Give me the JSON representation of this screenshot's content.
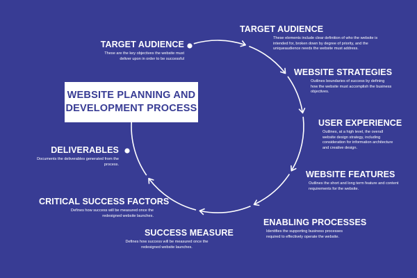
{
  "title": {
    "line1": "WEBSITE PLANNING AND",
    "line2": "DEVELOPMENT PROCESS"
  },
  "steps": [
    {
      "heading": "TARGET AUDIENCE",
      "desc": "These are the key objectives the website must deliver upon in order to be successful"
    },
    {
      "heading": "TARGET AUDIENCE",
      "desc": "These elements include clear definition of who the website is intended for, broken down by degree of priority, and the uniqueaudience needs the website must address."
    },
    {
      "heading": "WEBSITE STRATEGIES",
      "desc": "Outlines boundaries of success by defining how the website must accomplish the business objectives."
    },
    {
      "heading": "USER EXPERIENCE",
      "desc": "Outlines, at a high level, the overall website design strategy, including consideration for information architecture and creative design."
    },
    {
      "heading": "WEBSITE FEATURES",
      "desc": "Outlines the short and long term feature and content requirements for the website."
    },
    {
      "heading": "ENABLING PROCESSES",
      "desc": "Identifies the supporting business processes required to effectively operate the website."
    },
    {
      "heading": "SUCCESS MEASURE",
      "desc": "Defines how success will be measured once the redesigned website launches."
    },
    {
      "heading": "CRITICAL SUCCESS FACTORS",
      "desc": "Defines how success will be measured once the redesigned website launches."
    },
    {
      "heading": "DELIVERABLES",
      "desc": "Documents the deliverables generated from the process."
    }
  ],
  "colors": {
    "background": "#383c94",
    "foreground": "#ffffff"
  }
}
